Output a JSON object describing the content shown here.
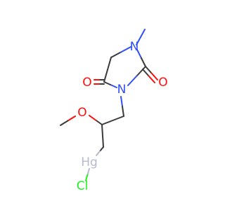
{
  "molecule": {
    "atoms": {
      "n_methyl": "N",
      "n_ring": "N",
      "o_c4": "O",
      "o_c2": "O",
      "o_methoxy": "O",
      "hg": "Hg",
      "cl": "Cl"
    }
  },
  "colors": {
    "carbon_bond": "#3a3a3a",
    "nitrogen": "#3050f8",
    "oxygen": "#ff0d0d",
    "mercury": "#b8b8d0",
    "chlorine": "#1ff01f"
  }
}
